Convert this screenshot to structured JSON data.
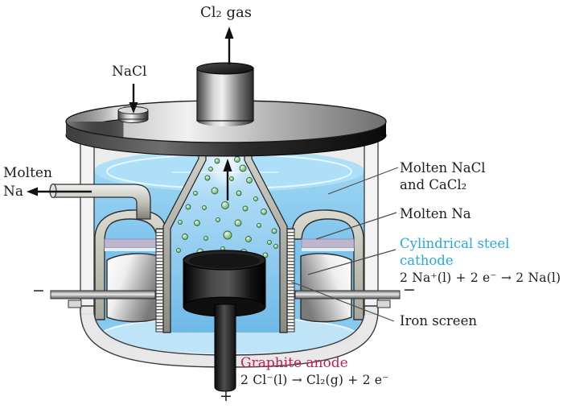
{
  "figure": {
    "labels": {
      "cl2_gas": "Cl₂ gas",
      "nacl": "NaCl",
      "molten_na_out": "Molten\nNa",
      "molten_salt": "Molten NaCl\nand CaCl₂",
      "molten_na_layer": "Molten Na",
      "cathode": "Cylindrical steel\ncathode",
      "cathode_half_reaction": "2 Na⁺(l) + 2 e⁻ → 2 Na(l)",
      "iron_screen": "Iron screen",
      "anode": "Graphite anode",
      "anode_half_reaction": "2 Cl⁻(l) → Cl₂(g) + 2 e⁻",
      "negative_terminal_left": "−",
      "negative_terminal_right": "−",
      "positive_terminal": "+"
    },
    "colors": {
      "label_black": "#1c1c1c",
      "cathode_label": "#2ba7dc",
      "anode_label": "#c21e56",
      "molten_salt_blue": "#7cc3ec",
      "molten_sodium_lavender": "#beb6cc",
      "chlorine_bubble_green": "#8cc98c",
      "graphite_black": "#1c1c1c",
      "steel_collector_gray": "#c9c9bb"
    }
  }
}
